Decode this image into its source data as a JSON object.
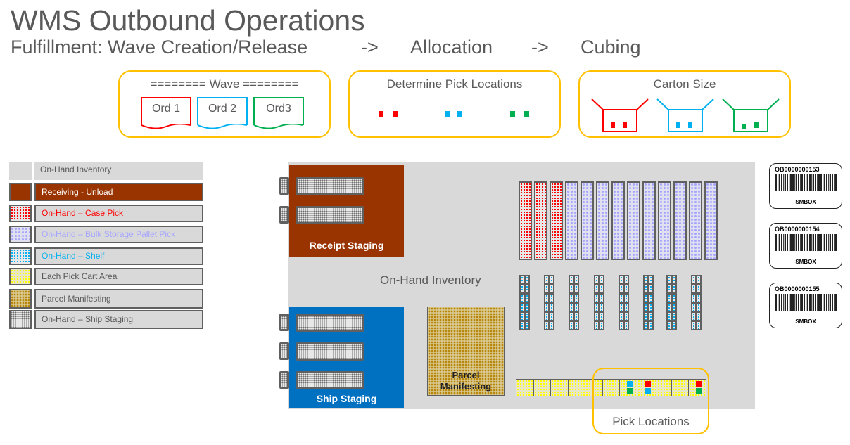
{
  "title": "WMS Outbound Operations",
  "subtitle": {
    "phase1": "Fulfillment: Wave Creation/Release",
    "arrow1": "->",
    "phase2": "Allocation",
    "arrow2": "->",
    "phase3": "Cubing"
  },
  "wave_box": {
    "heading": "======== Wave ========",
    "orders": [
      {
        "label": "Ord 1",
        "color": "#ff0000"
      },
      {
        "label": "Ord 2",
        "color": "#00b0f0"
      },
      {
        "label": "Ord3",
        "color": "#00b050"
      }
    ]
  },
  "pick_box": {
    "heading": "Determine Pick Locations"
  },
  "carton_box": {
    "heading": "Carton Size"
  },
  "legend": [
    {
      "label": "On-Hand Inventory",
      "color": "#595959"
    },
    {
      "label": "Receiving -  Unload",
      "color": "#ffffff"
    },
    {
      "label": "On-Hand – Case Pick",
      "color": "#ff0000"
    },
    {
      "label": "On-Hand – Bulk Storage  Pallet Pick",
      "color": "#a6a6ff"
    },
    {
      "label": "On-Hand – Shelf",
      "color": "#00b0f0"
    },
    {
      "label": "Each Pick Cart Area",
      "color": "#595959"
    },
    {
      "label": "Parcel Manifesting",
      "color": "#595959"
    },
    {
      "label": "On-Hand – Ship Staging",
      "color": "#595959"
    }
  ],
  "floor": {
    "receipt_staging": "Receipt Staging",
    "inventory": "On-Hand Inventory",
    "parcel": "Parcel Manifesting",
    "ship_staging": "Ship Staging",
    "pick_locations": "Pick Locations"
  },
  "labels": [
    {
      "id": "OB0000000153",
      "box": "SMBOX"
    },
    {
      "id": "OB0000000154",
      "box": "SMBOX"
    },
    {
      "id": "OB0000000155",
      "box": "SMBOX"
    }
  ],
  "colors": {
    "red": "#ff0000",
    "blue": "#00b0f0",
    "green": "#00b050",
    "orange": "#ffc000",
    "brown": "#993300",
    "shipblue": "#0070c0"
  }
}
